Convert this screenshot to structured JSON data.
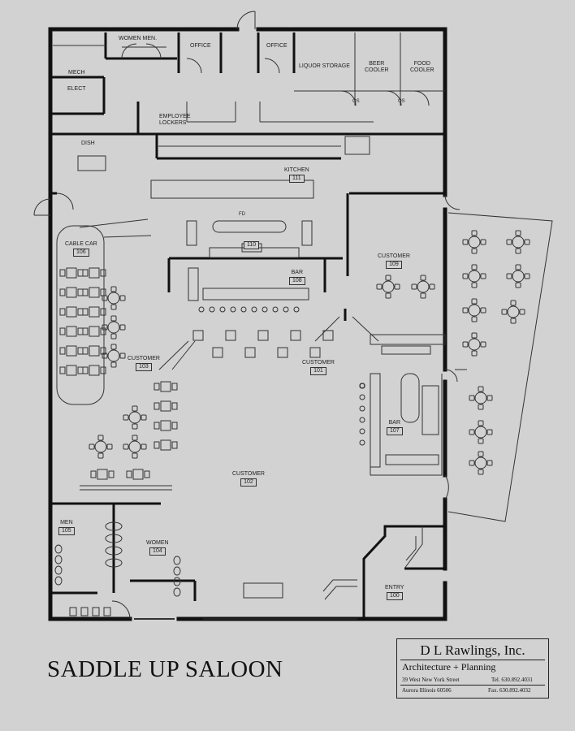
{
  "drawing": {
    "title": "SADDLE UP SALOON"
  },
  "title_block": {
    "firm": "D L Rawlings,  Inc.",
    "subtitle": "Architecture + Planning",
    "address": "39 West New York Street",
    "city": "Aurora Illinois 60506",
    "tel": "Tel. 630.892.4031",
    "fax": "Fax. 630.892.4032"
  },
  "rooms": {
    "women_men": "WOMEN  MEN.",
    "office_1": "OFFICE",
    "office_2": "OFFICE",
    "liquor_storage": "LIQUOR STORAGE",
    "beer_cooler": "BEER\nCOOLER",
    "food_cooler": "FOOD\nCOOLER",
    "mech": "MECH",
    "elect": "ELECT",
    "employee_lockers": "EMPLOYEE\nLOCKERS",
    "dish": "DISH",
    "kitchen": {
      "name": "KITCHEN",
      "number": "111"
    },
    "fd": "FD",
    "room_110": "110",
    "bar_108": {
      "name": "BAR",
      "number": "108"
    },
    "cable_car": {
      "name": "CABLE CAR",
      "number": "106"
    },
    "customer_109": {
      "name": "CUSTOMER",
      "number": "109"
    },
    "customer_103": {
      "name": "CUSTOMER",
      "number": "103"
    },
    "customer_101": {
      "name": "CUSTOMER",
      "number": "101"
    },
    "bar_107": {
      "name": "BAR",
      "number": "107"
    },
    "customer_102": {
      "name": "CUSTOMER",
      "number": "102"
    },
    "men_105": {
      "name": "MEN",
      "number": "105"
    },
    "women_104": {
      "name": "WOMEN",
      "number": "104"
    },
    "entry_100": {
      "name": "ENTRY",
      "number": "100"
    },
    "os_1": "OS",
    "os_2": "OS"
  },
  "colors": {
    "background": "#d2d2d2",
    "wall": "#111111",
    "line": "#333333",
    "fixture": "#555555"
  }
}
